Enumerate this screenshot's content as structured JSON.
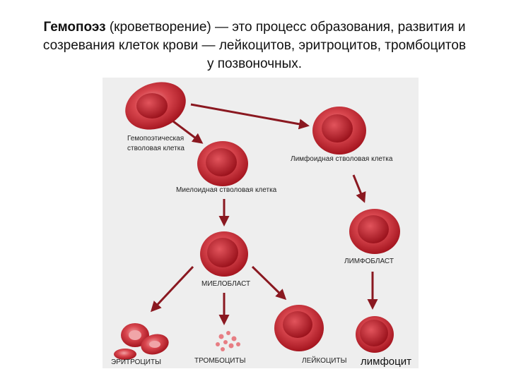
{
  "heading": {
    "term": "Гемопоэз",
    "line1_rest": " (кроветворение) — это процесс образования, развития и",
    "line2": "созревания клеток крови — лейкоцитов, эритроцитов, тромбоцитов",
    "line3": "у позвоночных."
  },
  "labels": {
    "hsc": "Гемопоэтическая стволовая клетка",
    "lymphoid": "Лимфоидная стволовая клетка",
    "myeloid": "Миелоидная стволовая клетка",
    "lymphoblast": "ЛИМФОБЛАСТ",
    "myeloblast": "МИЕЛОБЛАСТ",
    "erythrocytes": "ЭРИТРОЦИТЫ",
    "thrombocytes": "ТРОМБОЦИТЫ",
    "leukocytes": "ЛЕЙКОЦИТЫ",
    "lymphocyte": "лимфоцит"
  },
  "colors": {
    "cell": "#c0252f",
    "cell_light": "#e8858a",
    "arrow": "#8a1820",
    "panel": "#eeeeee"
  }
}
